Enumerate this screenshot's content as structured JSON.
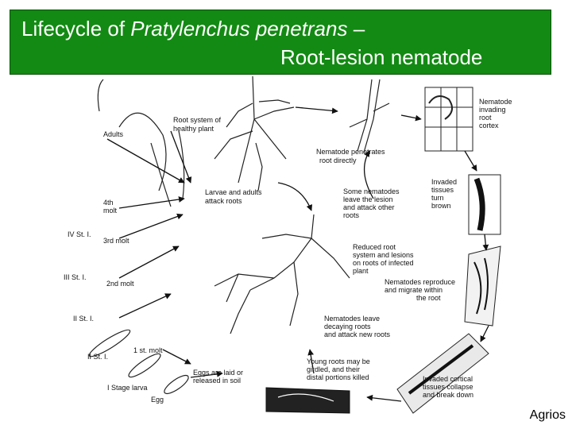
{
  "title": {
    "prefix": "Lifecycle of ",
    "species": "Pratylenchus penetrans",
    "dash": " –",
    "line2": "Root-lesion nematode"
  },
  "labels": {
    "root_system": [
      "Root system of",
      "healthy plant"
    ],
    "adults": [
      "Adults"
    ],
    "nematode_penetrates": [
      "Nematode penetrates",
      "root directly"
    ],
    "nematode_invading": [
      "Nematode",
      "invading",
      "root",
      "cortex"
    ],
    "larvae_adults": [
      "Larvae and adults",
      "attack roots"
    ],
    "some_nematodes": [
      "Some nematodes",
      "leave the lesion",
      "and attack other",
      "roots"
    ],
    "invaded_tissues": [
      "Invaded",
      "tissues",
      "turn",
      "brown"
    ],
    "fourth_molt": [
      "4th",
      "molt"
    ],
    "stage_iv": [
      "IV St. I."
    ],
    "third_molt": [
      "3rd molt"
    ],
    "reduced_root": [
      "Reduced root",
      "system and lesions",
      "on roots of infected",
      "plant"
    ],
    "stage_iii": [
      "III St. I."
    ],
    "second_molt": [
      "2nd molt"
    ],
    "reproduce": [
      "Nematodes reproduce",
      "and migrate within",
      "the root"
    ],
    "stage_ii_upper": [
      "II St. I."
    ],
    "leave_decaying": [
      "Nematodes leave",
      "decaying roots",
      "and attack new roots"
    ],
    "first_molt": [
      "1 st. molt"
    ],
    "stage_ii_lower": [
      "II St. I."
    ],
    "young_roots": [
      "Young roots may be",
      "girdled, and their",
      "distal portions killed"
    ],
    "eggs_laid": [
      "Eggs are laid or",
      "released in soil"
    ],
    "stage_i": [
      "I Stage larva"
    ],
    "egg": [
      "Egg"
    ],
    "invaded_cortical": [
      "Invaded cortical",
      "tissues collapse",
      "and break down"
    ]
  },
  "credit": "Agrios"
}
